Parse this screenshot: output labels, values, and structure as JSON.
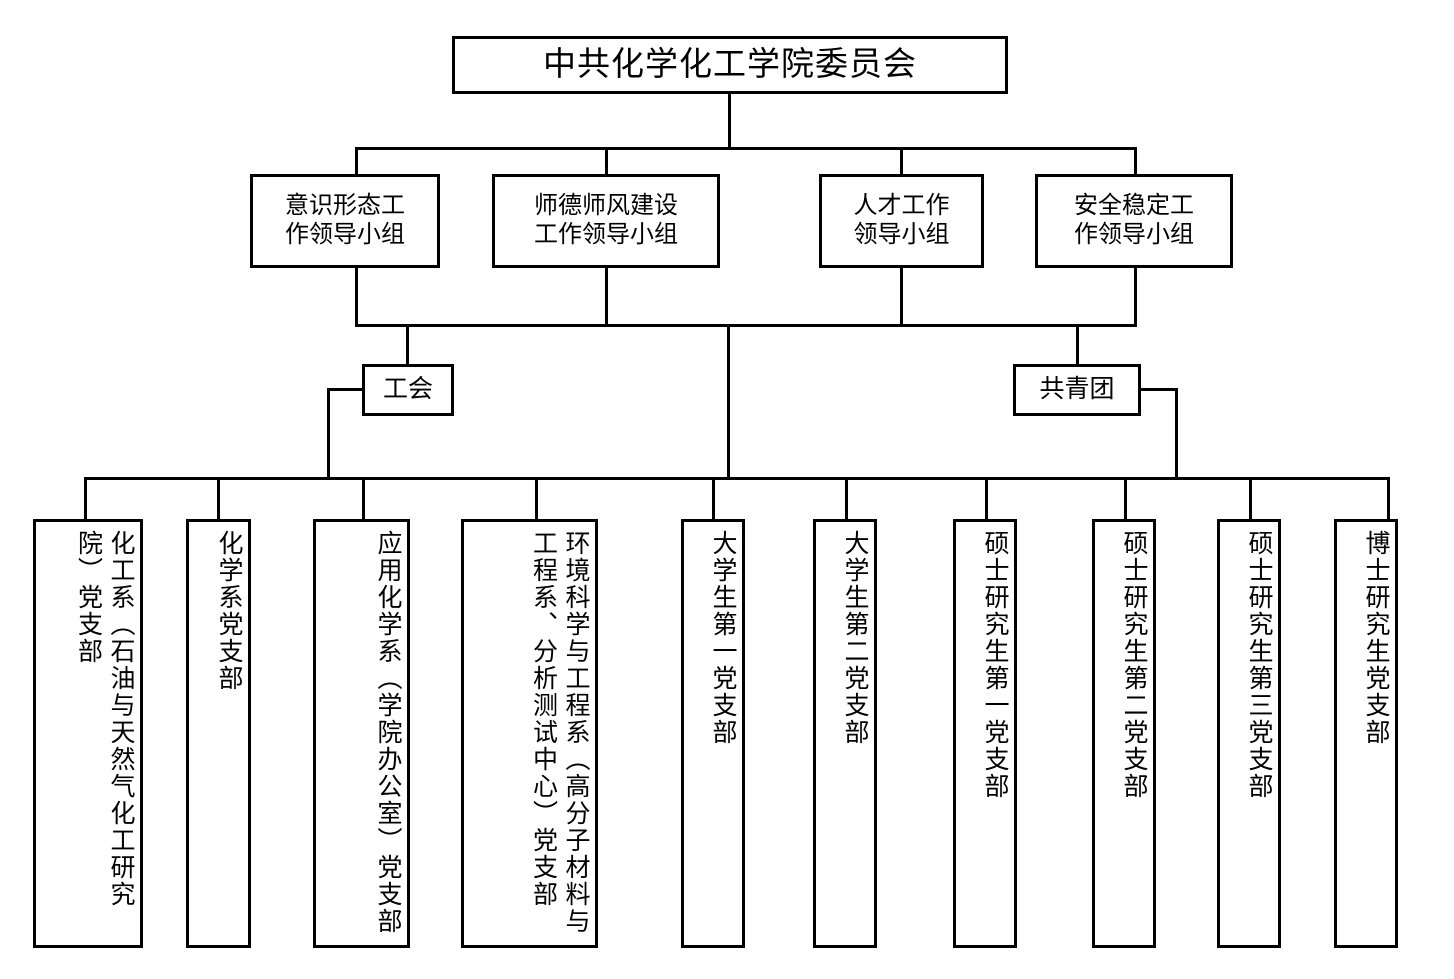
{
  "chart": {
    "title": "中共化学化工学院委员会",
    "type": "organization-chart",
    "orientation": "top-down",
    "language": "zh-CN",
    "colors": {
      "line": "#000000",
      "border": "#000000",
      "background": "#ffffff",
      "text": "#000000"
    }
  },
  "root": {
    "label": "中共化学化工学院委员会"
  },
  "leading_groups": [
    {
      "label": "意识形态工\n作领导小组",
      "line1": "意识形态工",
      "line2": "作领导小组"
    },
    {
      "label": "师德师风建设\n工作领导小组",
      "line1": "师德师风建设",
      "line2": "工作领导小组"
    },
    {
      "label": "人才工作\n领导小组",
      "line1": "人才工作",
      "line2": "领导小组"
    },
    {
      "label": "安全稳定工\n作领导小组",
      "line1": "安全稳定工",
      "line2": "作领导小组"
    }
  ],
  "mass_organizations": [
    {
      "label": "工会"
    },
    {
      "label": "共青团"
    }
  ],
  "party_branches": [
    {
      "label": "化工系（石油与天然气化工研究院）党支部"
    },
    {
      "label": "化学系党支部"
    },
    {
      "label": "应用化学系（学院办公室）党支部"
    },
    {
      "label": "环境科学与工程系（高分子材料与工程系、分析测试中心）党支部"
    },
    {
      "label": "大学生第一党支部"
    },
    {
      "label": "大学生第二党支部"
    },
    {
      "label": "硕士研究生第一党支部"
    },
    {
      "label": "硕士研究生第二党支部"
    },
    {
      "label": "硕士研究生第三党支部"
    },
    {
      "label": "博士研究生党支部"
    }
  ]
}
